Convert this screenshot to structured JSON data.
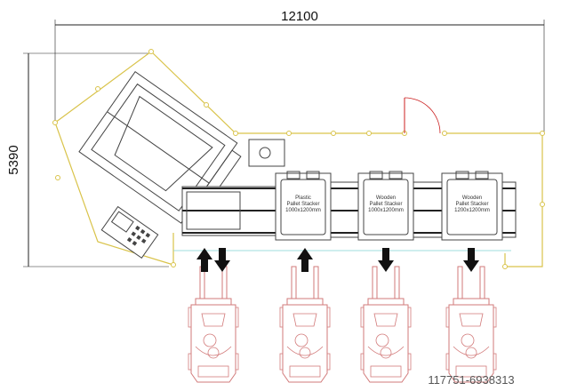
{
  "dimensions": {
    "width_label": "12100",
    "height_label": "5390"
  },
  "stackers": [
    {
      "line1": "Plastic",
      "line2": "Pallet Stacker",
      "line3": "1000x1200mm"
    },
    {
      "line1": "Wooden",
      "line2": "Pallet Stacker",
      "line3": "1000x1200mm"
    },
    {
      "line1": "Wooden",
      "line2": "Pallet Stacker",
      "line3": "1200x1200mm"
    }
  ],
  "forklifts": [
    {
      "arrows": [
        "up",
        "down"
      ]
    },
    {
      "arrows": [
        "up"
      ]
    },
    {
      "arrows": [
        "down"
      ]
    },
    {
      "arrows": [
        "down"
      ]
    }
  ],
  "colors": {
    "fence": "#d9c34a",
    "forklift": "#d27a7a",
    "machine": "#444444",
    "guide": "#7fd0d0"
  },
  "watermark": "117751-6938313"
}
